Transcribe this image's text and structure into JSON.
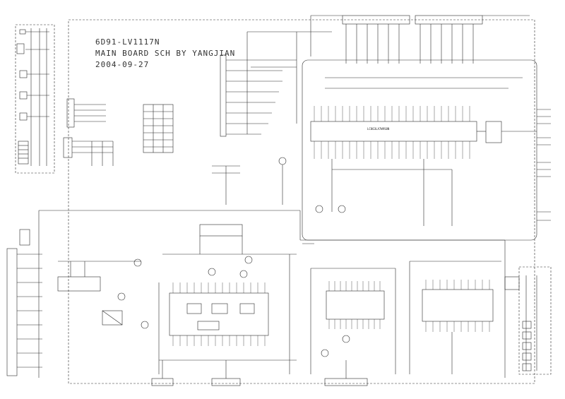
{
  "title_block": {
    "model": "6D91-LV1117N",
    "subtitle": "MAIN BOARD SCH BY YANGJIAN",
    "date": "2004-09-27"
  },
  "components": {
    "main_ic": "LC863LA7W9S0N"
  },
  "colors": {
    "ink": "#2a2a2a",
    "paper": "#ffffff"
  }
}
